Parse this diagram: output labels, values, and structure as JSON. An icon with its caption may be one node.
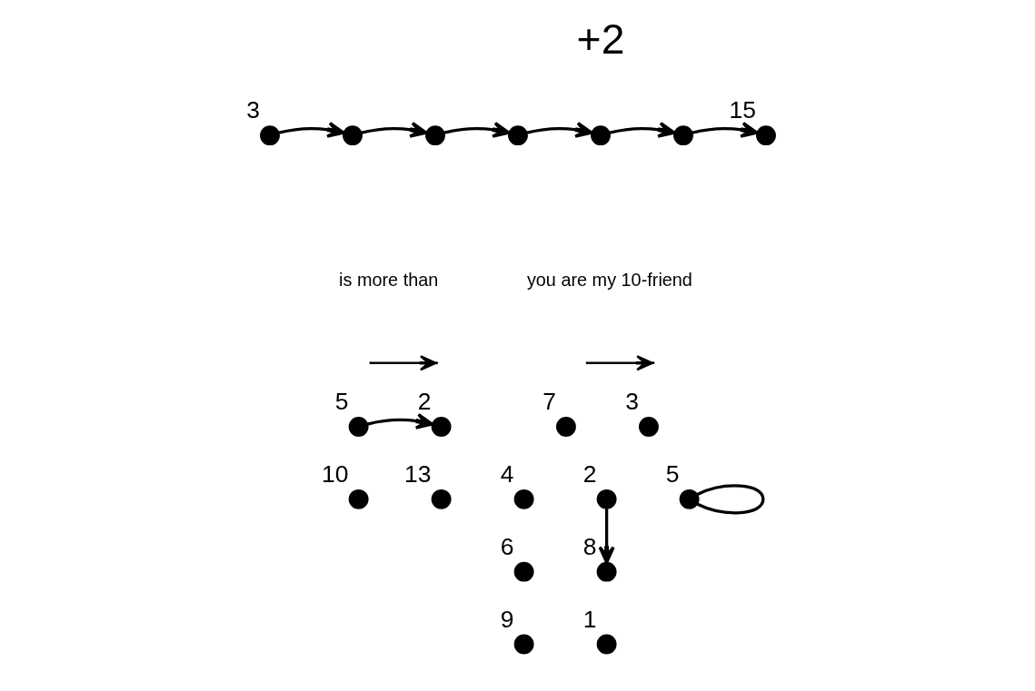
{
  "diagram": {
    "nodes": [
      {
        "text": [],
        "shape": "circle",
        "beside": [
          "3"
        ]
      },
      {
        "text": [],
        "shape": "circle"
      },
      {
        "text": [],
        "shape": "circle"
      },
      {
        "text": [],
        "shape": "circle"
      },
      {
        "text": [],
        "shape": "circle"
      },
      {
        "text": [],
        "shape": "circle"
      },
      {
        "text": [],
        "shape": "circle",
        "beside": [
          "15"
        ]
      },
      {
        "text": [],
        "shape": "circle",
        "beside": [
          "5"
        ]
      },
      {
        "text": [],
        "shape": "circle",
        "beside": [
          "2"
        ]
      },
      {
        "text": [],
        "shape": "circle",
        "beside": [
          "10"
        ]
      },
      {
        "text": [],
        "shape": "circle",
        "beside": [
          "13"
        ]
      },
      {
        "text": [],
        "shape": "circle",
        "beside": [
          "3"
        ]
      },
      {
        "text": [],
        "shape": "circle",
        "beside": [
          "7"
        ]
      },
      {
        "text": [],
        "shape": "circle",
        "beside": [
          "5"
        ]
      },
      {
        "text": [],
        "shape": "circle",
        "beside": [
          "2"
        ]
      },
      {
        "text": [],
        "shape": "circle",
        "beside": [
          "4"
        ]
      },
      {
        "text": [],
        "shape": "circle",
        "beside": [
          "6"
        ]
      },
      {
        "text": [],
        "shape": "circle",
        "beside": [
          "8"
        ]
      },
      {
        "text": [],
        "shape": "circle",
        "beside": [
          "1"
        ]
      },
      {
        "text": [],
        "shape": "circle",
        "beside": [
          "9"
        ]
      }
    ],
    "edges": [
      {
        "from": 0,
        "to": 1,
        "arrow": "to"
      },
      {
        "from": 1,
        "to": 2,
        "arrow": "to"
      },
      {
        "from": 2,
        "to": 3,
        "arrow": "to"
      },
      {
        "from": 3,
        "to": 4,
        "arrow": "to"
      },
      {
        "from": 4,
        "to": 5,
        "arrow": "to"
      },
      {
        "from": 5,
        "to": 6,
        "arrow": "to"
      },
      {
        "from": 7,
        "to": 8,
        "arrow": "to"
      },
      {
        "from": 13,
        "to": 13,
        "arrow": "none"
      },
      {
        "from": 14,
        "to": 17,
        "arrow": "to"
      }
    ],
    "labels": [
      "+2"
    ],
    "legend": [
      {
        "text": "is more than"
      },
      {
        "text": "you are my 10-friend"
      }
    ]
  }
}
